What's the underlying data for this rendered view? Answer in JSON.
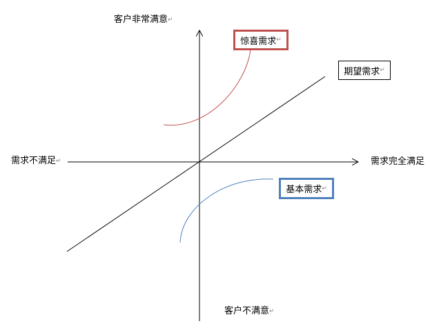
{
  "axes": {
    "top": "客户非常满意",
    "bottom": "客户不满意",
    "left": "需求不满足",
    "right": "需求完全满足"
  },
  "curves": {
    "excitement": {
      "label": "惊喜需求",
      "color": "#c0504d"
    },
    "performance": {
      "label": "期望需求",
      "color": "#000000"
    },
    "basic": {
      "label": "基本需求",
      "color": "#4f81bd"
    }
  },
  "paragraph_mark": "↵"
}
